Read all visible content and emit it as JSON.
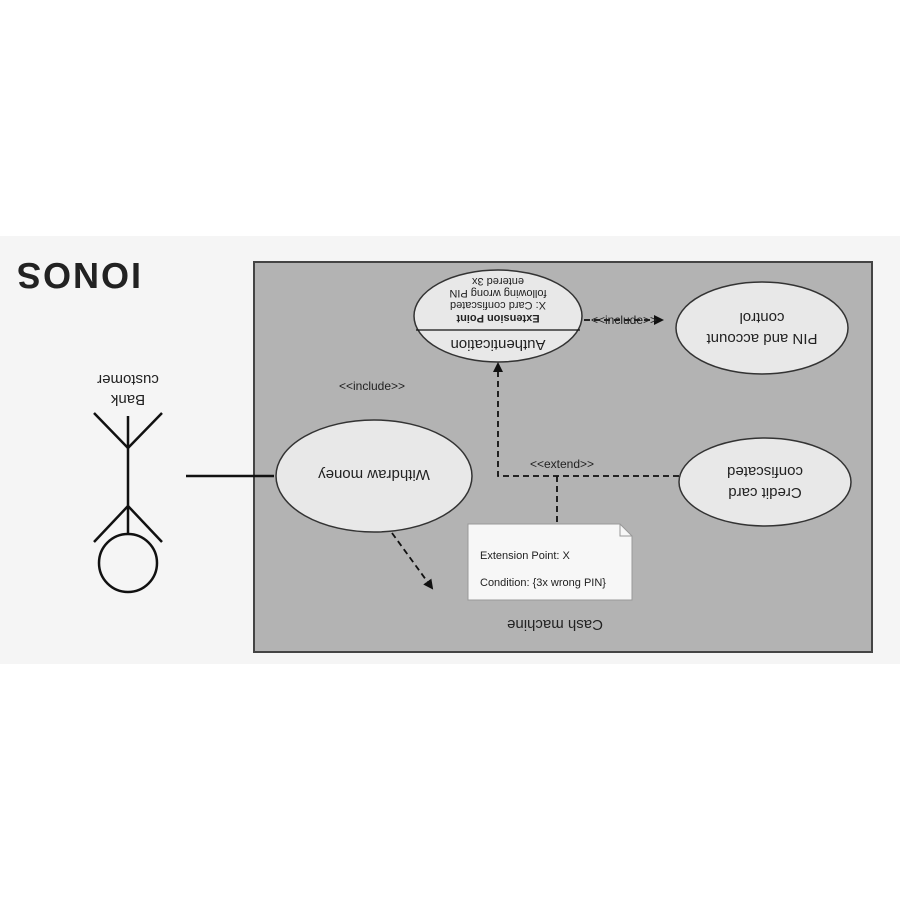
{
  "logo": {
    "text": "IONOS"
  },
  "system": {
    "label": "Cash machine"
  },
  "actor": {
    "line1": "Bank",
    "line2": "customer"
  },
  "use_cases": {
    "withdraw": "Withdraw money",
    "authentication": "Authentication",
    "extension_point_title": "Extension Point",
    "extension_point_lines": [
      "X: Card confiscated",
      "following wrong PIN",
      "entered 3x"
    ],
    "pin": [
      "PIN and account",
      "control"
    ],
    "credit": [
      "Credit card",
      "confiscated"
    ]
  },
  "relations": {
    "include_1": "<<include>>",
    "include_2": "<<include>>",
    "extend": "<<extend>>"
  },
  "note": {
    "line1": "Extension Point: X",
    "line2": "Condition: {3x wrong PIN}"
  },
  "colors": {
    "page_band": "#f5f5f5",
    "system_fill": "#b3b3b3",
    "usecase_fill": "#e8e8e8",
    "note_fill": "#f7f7f7",
    "stroke": "#333333"
  }
}
